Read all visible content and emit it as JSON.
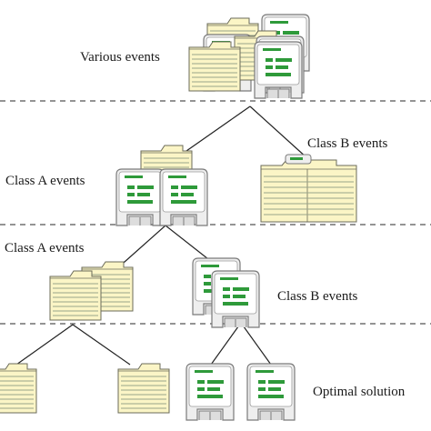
{
  "labels": {
    "various_events": "Various events",
    "class_b_events_top": "Class B events",
    "class_a_events_top": "Class A events",
    "class_a_events_mid": "Class A events",
    "class_b_events_mid": "Class B events",
    "optimal_solution": "Optimal solution"
  },
  "icons": {
    "folder": "folder-icon",
    "document_card": "data-card-icon"
  },
  "colors": {
    "folder_fill": "#fbf5c6",
    "folder_stroke": "#6b6b5a",
    "folder_lines": "#9aa58a",
    "card_fill": "#eeeeee",
    "card_stroke": "#7a7a7a",
    "card_green": "#2e9a3a",
    "divider": "#555555",
    "edge": "#222222"
  }
}
